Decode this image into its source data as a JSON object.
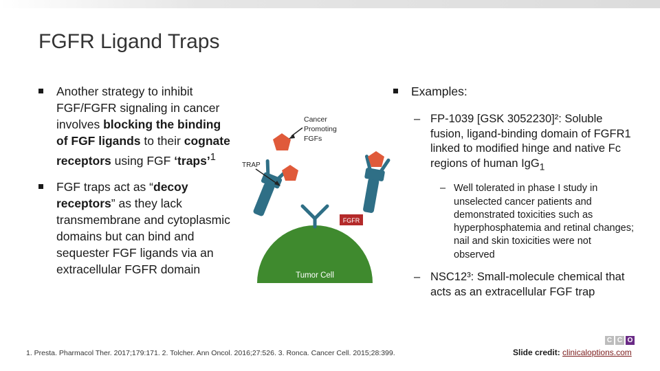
{
  "slide": {
    "title": "FGFR Ligand Traps",
    "left_bullets": [
      {
        "html": "Another strategy to inhibit FGF/FGFR signaling in cancer involves <b>blocking the binding of FGF ligands</b> to their <b>cognate receptors</b> using FGF <b>‘traps’</b><sup>1</sup>"
      },
      {
        "html": "FGF traps act as “<b>decoy receptors</b>” as they lack transmembrane and cytoplasmic domains but can bind and sequester FGF ligands via an extracellular FGFR domain"
      }
    ],
    "examples_label": "Examples:",
    "example_1": "FP-1039 [GSK 3052230]²: Soluble fusion, ligand-binding domain of FGFR1 linked to modified hinge and native Fc regions of human IgG",
    "example_1_sub": "1",
    "example_1_note": "Well tolerated in phase I study in unselected cancer patients and demonstrated toxicities such as hyperphosphatemia and retinal changes; nail and skin toxicities were not observed",
    "example_2": "NSC12³: Small-molecule chemical that acts as an extracellular FGF trap",
    "references": "1. Presta. Pharmacol Ther. 2017;179:171. 2. Tolcher. Ann Oncol. 2016;27:526. 3. Ronca. Cancer Cell. 2015;28:399.",
    "credit_label": "Slide credit:",
    "credit_link": "clinicaloptions.com"
  },
  "diagram": {
    "label_cancer_fgfs": [
      "Cancer",
      "Promoting",
      "FGFs"
    ],
    "label_trap": "TRAP",
    "label_fgfr": "FGFR",
    "label_tumor": "Tumor Cell",
    "colors": {
      "receptor": "#2f6f86",
      "ligand": "#e05a3a",
      "tumor": "#3f8a2e",
      "label_bg": "#b42a2a"
    }
  },
  "logo": {
    "letters": [
      "C",
      "C",
      "O"
    ],
    "colors": [
      "#bdbdbd",
      "#bdbdbd",
      "#6a2b86"
    ]
  }
}
